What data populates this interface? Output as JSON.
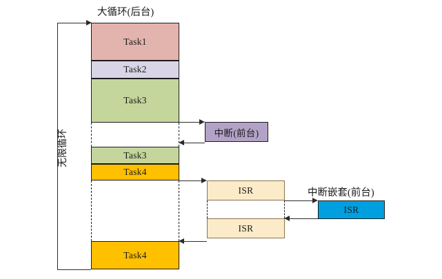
{
  "diagram": {
    "title_main": "大循环(后台)",
    "label_loop": "无限循环",
    "label_interrupt": "中断(前台)",
    "label_nested": "中断嵌套(前台)",
    "colors": {
      "task1": "#e3b3ad",
      "task2": "#d9d5e7",
      "task3": "#c5d69c",
      "task4": "#ffc000",
      "interrupt": "#b3a2c7",
      "isr_cream": "#fcebc8",
      "isr_blue": "#00a0e0",
      "stroke": "#1a1a1a",
      "background": "#ffffff"
    },
    "background_column": {
      "blocks": [
        {
          "label": "Task1",
          "color_key": "task1"
        },
        {
          "label": "Task2",
          "color_key": "task2"
        },
        {
          "label": "Task3",
          "color_key": "task3"
        },
        {
          "label": "Task3",
          "color_key": "task3"
        },
        {
          "label": "Task4",
          "color_key": "task4"
        },
        {
          "label": "Task4",
          "color_key": "task4"
        }
      ]
    },
    "foreground": {
      "interrupt_block": {
        "label": "中断(前台)",
        "color_key": "interrupt"
      },
      "isr_blocks": [
        {
          "label": "ISR",
          "color_key": "isr_cream"
        },
        {
          "label": "ISR",
          "color_key": "isr_cream"
        }
      ],
      "nested_isr_block": {
        "label": "ISR",
        "color_key": "isr_blue"
      }
    }
  }
}
